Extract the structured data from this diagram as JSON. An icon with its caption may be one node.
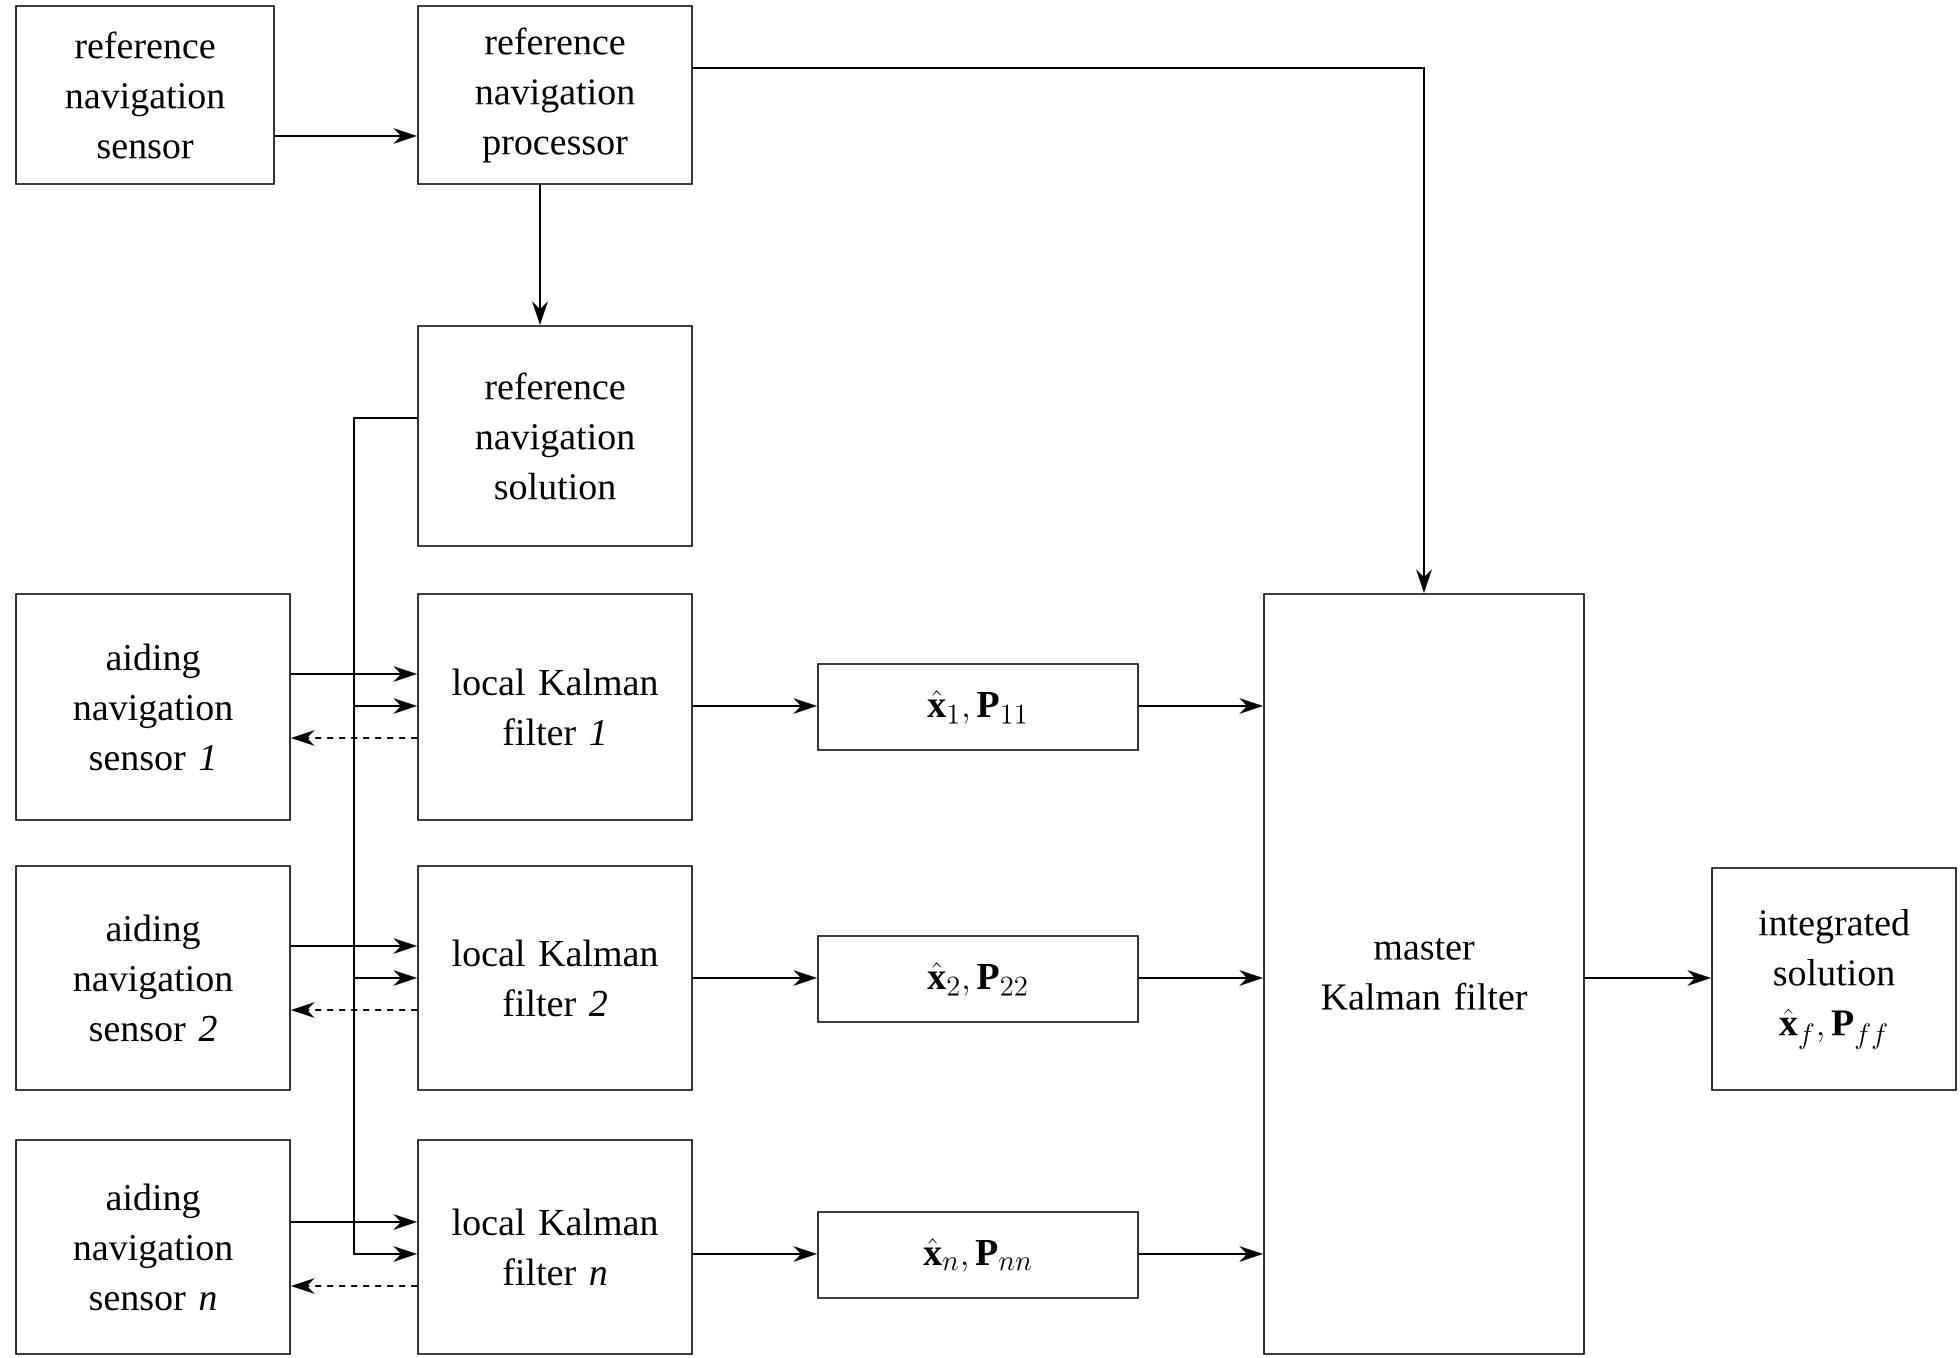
{
  "diagram": {
    "nodes": [
      {
        "text": [
          "reference navigation sensor"
        ]
      },
      {
        "text": [
          "reference navigation processor"
        ]
      },
      {
        "text": [
          "reference navigation solution"
        ]
      },
      {
        "text": [
          "aiding navigation sensor *1*"
        ]
      },
      {
        "text": [
          "local Kalman filter *1*"
        ]
      },
      {
        "text": [
          "\\hat{\\mathbf{x}}_1, \\mathbf{P}_{11}"
        ]
      },
      {
        "text": [
          "aiding navigation sensor *2*"
        ]
      },
      {
        "text": [
          "local Kalman filter *2*"
        ]
      },
      {
        "text": [
          "\\hat{\\mathbf{x}}_2, \\mathbf{P}_{22}"
        ]
      },
      {
        "text": [
          "aiding navigation sensor *n*"
        ]
      },
      {
        "text": [
          "local Kalman filter *n*"
        ]
      },
      {
        "text": [
          "\\hat{\\mathbf{x}}_n, \\mathbf{P}_{nn}"
        ]
      },
      {
        "text": [
          "master Kalman filter"
        ]
      },
      {
        "text": [
          "integrated solution",
          "\\hat{\\mathbf{x}}_f, \\mathbf{P}_{ff}"
        ]
      }
    ],
    "edges": [
      {
        "from": 0,
        "to": 1,
        "arrow": "to"
      },
      {
        "from": 1,
        "to": 2,
        "arrow": "to"
      },
      {
        "from": 1,
        "to": 12,
        "arrow": "to"
      },
      {
        "from": 2,
        "to": 4,
        "arrow": "to"
      },
      {
        "from": 2,
        "to": 7,
        "arrow": "to"
      },
      {
        "from": 2,
        "to": 10,
        "arrow": "to"
      },
      {
        "from": 3,
        "to": 4,
        "arrow": "to"
      },
      {
        "from": 4,
        "to": 3,
        "arrow": "to",
        "style": "dashed"
      },
      {
        "from": 6,
        "to": 7,
        "arrow": "to"
      },
      {
        "from": 7,
        "to": 6,
        "arrow": "to",
        "style": "dashed"
      },
      {
        "from": 9,
        "to": 10,
        "arrow": "to"
      },
      {
        "from": 10,
        "to": 9,
        "arrow": "to",
        "style": "dashed"
      },
      {
        "from": 4,
        "to": 5,
        "arrow": "to"
      },
      {
        "from": 5,
        "to": 12,
        "arrow": "to"
      },
      {
        "from": 7,
        "to": 8,
        "arrow": "to"
      },
      {
        "from": 8,
        "to": 12,
        "arrow": "to"
      },
      {
        "from": 10,
        "to": 11,
        "arrow": "to"
      },
      {
        "from": 11,
        "to": 12,
        "arrow": "to"
      },
      {
        "from": 12,
        "to": 13,
        "arrow": "to"
      }
    ]
  }
}
